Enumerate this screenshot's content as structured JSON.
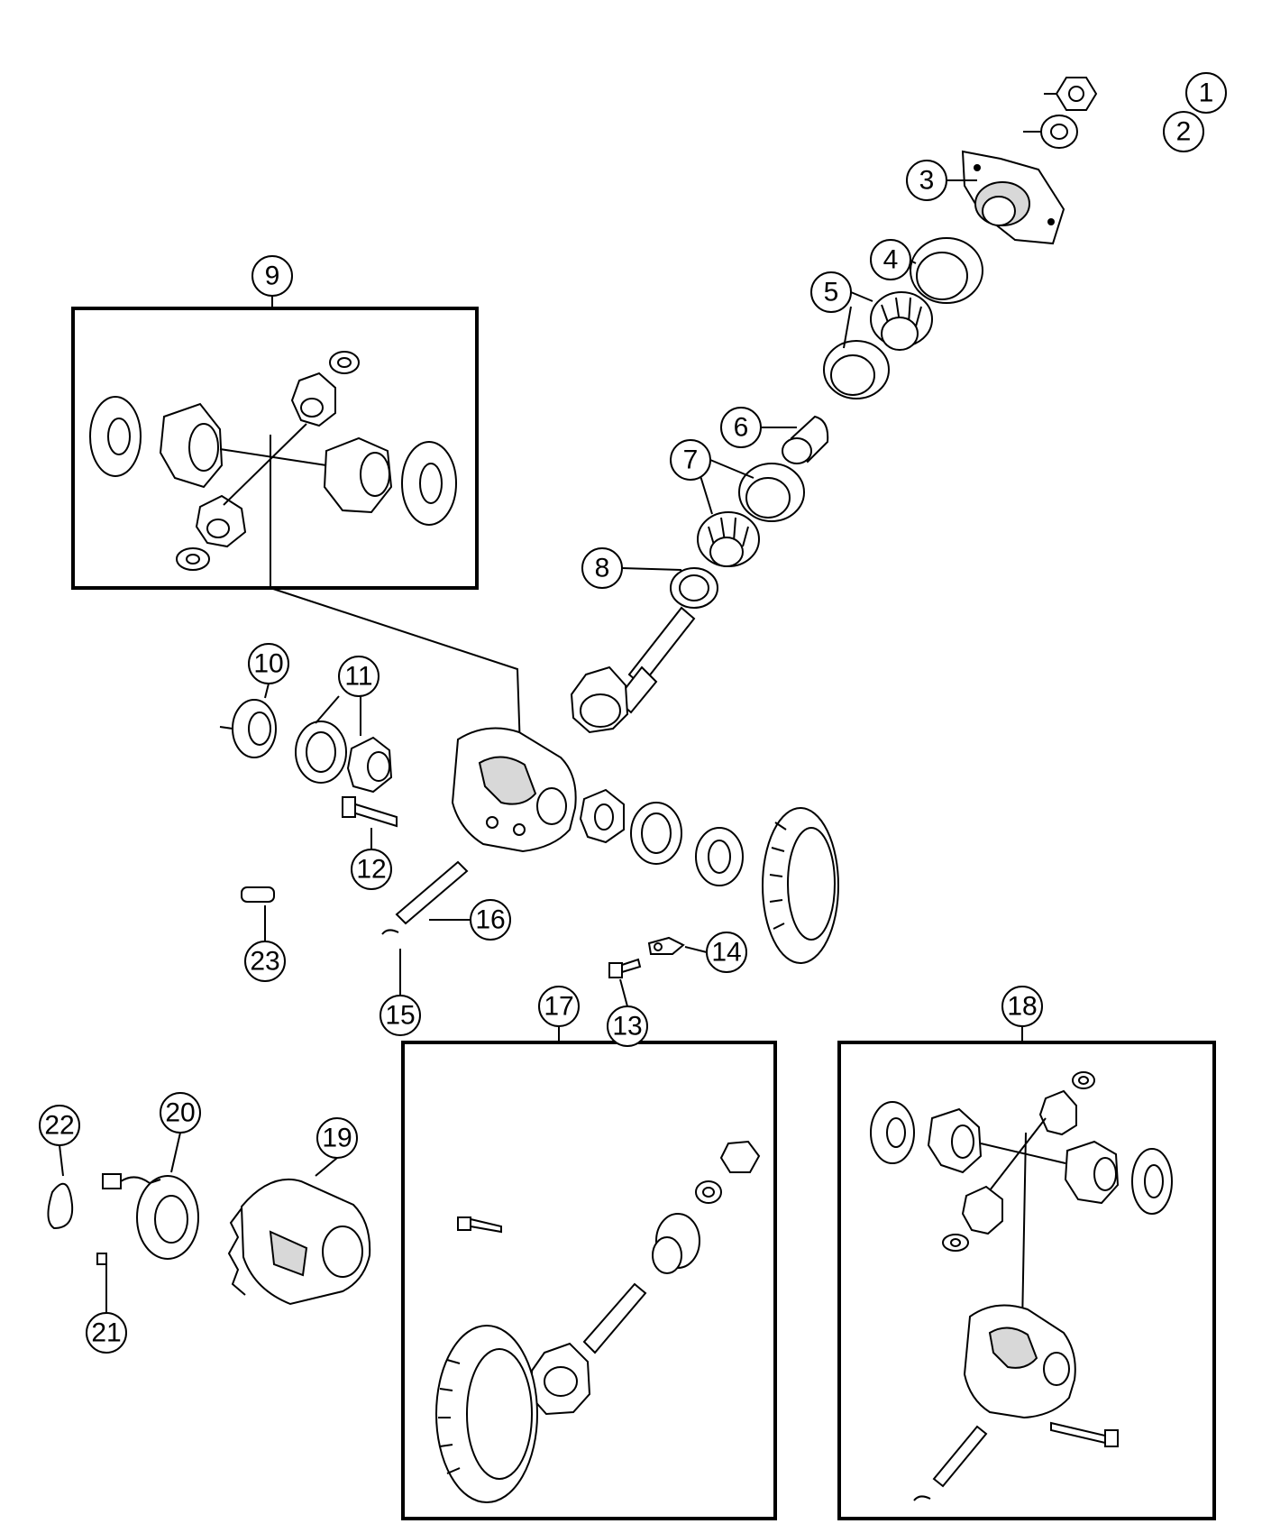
{
  "callouts": [
    {
      "id": "callout-1",
      "number": "1"
    },
    {
      "id": "callout-2",
      "number": "2"
    },
    {
      "id": "callout-3",
      "number": "3"
    },
    {
      "id": "callout-4",
      "number": "4"
    },
    {
      "id": "callout-5",
      "number": "5"
    },
    {
      "id": "callout-6",
      "number": "6"
    },
    {
      "id": "callout-7",
      "number": "7"
    },
    {
      "id": "callout-8",
      "number": "8"
    },
    {
      "id": "callout-9",
      "number": "9"
    },
    {
      "id": "callout-10",
      "number": "10"
    },
    {
      "id": "callout-11",
      "number": "11"
    },
    {
      "id": "callout-12",
      "number": "12"
    },
    {
      "id": "callout-13",
      "number": "13"
    },
    {
      "id": "callout-14",
      "number": "14"
    },
    {
      "id": "callout-15",
      "number": "15"
    },
    {
      "id": "callout-16",
      "number": "16"
    },
    {
      "id": "callout-17",
      "number": "17"
    },
    {
      "id": "callout-18",
      "number": "18"
    },
    {
      "id": "callout-19",
      "number": "19"
    },
    {
      "id": "callout-20",
      "number": "20"
    },
    {
      "id": "callout-21",
      "number": "21"
    },
    {
      "id": "callout-22",
      "number": "22"
    },
    {
      "id": "callout-23",
      "number": "23"
    }
  ]
}
